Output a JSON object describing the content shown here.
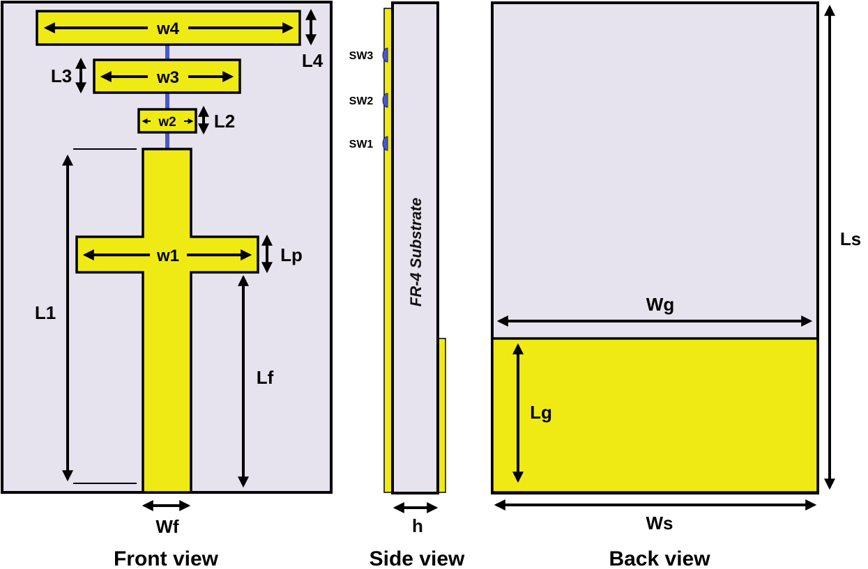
{
  "labels": {
    "w4": "w4",
    "L4": "L4",
    "L3": "L3",
    "w3": "w3",
    "w2": "w2",
    "L2": "L2",
    "w1": "w1",
    "Lp": "Lp",
    "L1": "L1",
    "Lf": "Lf",
    "Wf": "Wf",
    "h": "h",
    "SW1": "SW1",
    "SW2": "SW2",
    "SW3": "SW3",
    "substrate": "FR-4 Substrate",
    "Wg": "Wg",
    "Lg": "Lg",
    "Ls": "Ls",
    "Ws": "Ws"
  },
  "captions": {
    "front": "Front view",
    "side": "Side view",
    "back": "Back view"
  },
  "colors": {
    "substrate": "#e6e2ee",
    "copper": "#f0ea14",
    "switch": "#4a58c8",
    "outline": "#000000"
  }
}
